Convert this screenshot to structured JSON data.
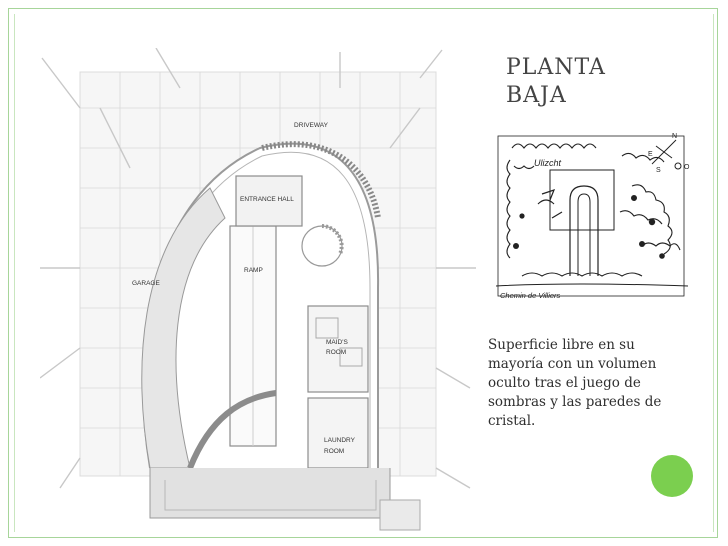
{
  "title_lines": [
    "PLANTA",
    "BAJA"
  ],
  "caption": "Superficie libre en su mayoría con un volumen oculto tras el juego de sombras y las paredes de cristal.",
  "plan_labels": {
    "driveway": "DRIVEWAY",
    "entrance_hall": "ENTRANCE HALL",
    "ramp": "RAMP",
    "garage": "GARAGE",
    "maids_room_1": "MAID'S",
    "maids_room_2": "ROOM",
    "laundry_room_1": "LAUNDRY",
    "laundry_room_2": "ROOM"
  },
  "sketch_labels": {
    "driveway": "Ulizcht",
    "street": "Chemin de Villiers",
    "compass_n": "N",
    "compass_e": "E",
    "compass_s": "S",
    "compass_o": "O"
  },
  "colors": {
    "accent": "#7bcf4f",
    "frame": "#a7d59a"
  }
}
